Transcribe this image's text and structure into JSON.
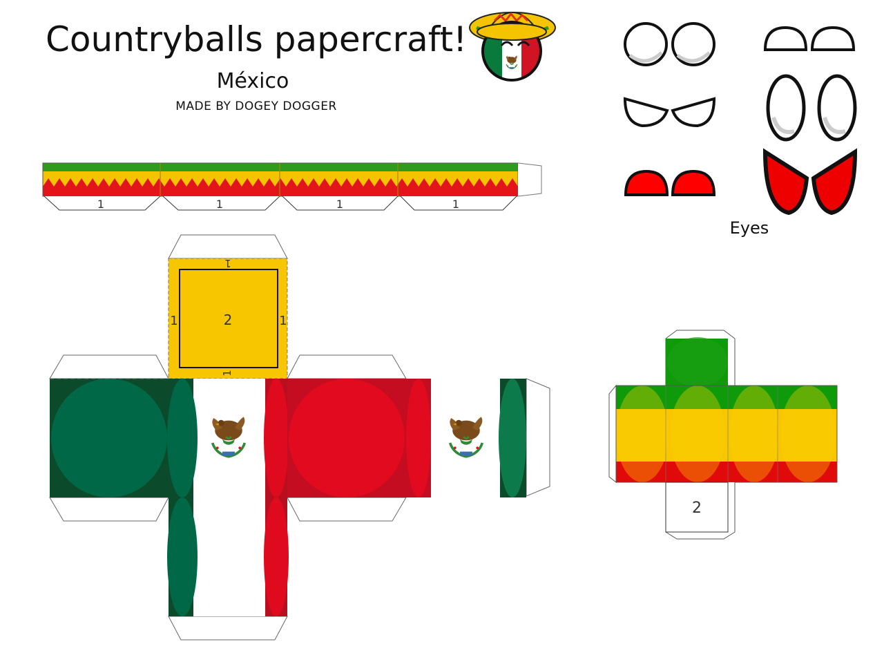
{
  "header": {
    "title": "Countryballs papercraft!",
    "country": "México",
    "credit": "MADE BY DOGEY DOGGER"
  },
  "eyes": {
    "label": "Eyes"
  },
  "strip": {
    "tab_labels": [
      "1",
      "1",
      "1",
      "1"
    ]
  },
  "cube_big": {
    "top_face_label": "2",
    "top_face_edge_labels": [
      "1",
      "1",
      "1",
      "1"
    ]
  },
  "cube_small": {
    "bottom_face_label": "2"
  },
  "colors": {
    "mexico_green": "#006847",
    "mexico_white": "#ffffff",
    "mexico_red": "#ce1126",
    "hat_yellow": "#f7c600",
    "hat_green": "#1e9a12",
    "hat_red": "#e4101b",
    "outline": "#1a1a1a"
  },
  "icons": {
    "mascot": "mexico-countryball-icon",
    "coat_of_arms": "eagle-coat-of-arms-icon"
  }
}
